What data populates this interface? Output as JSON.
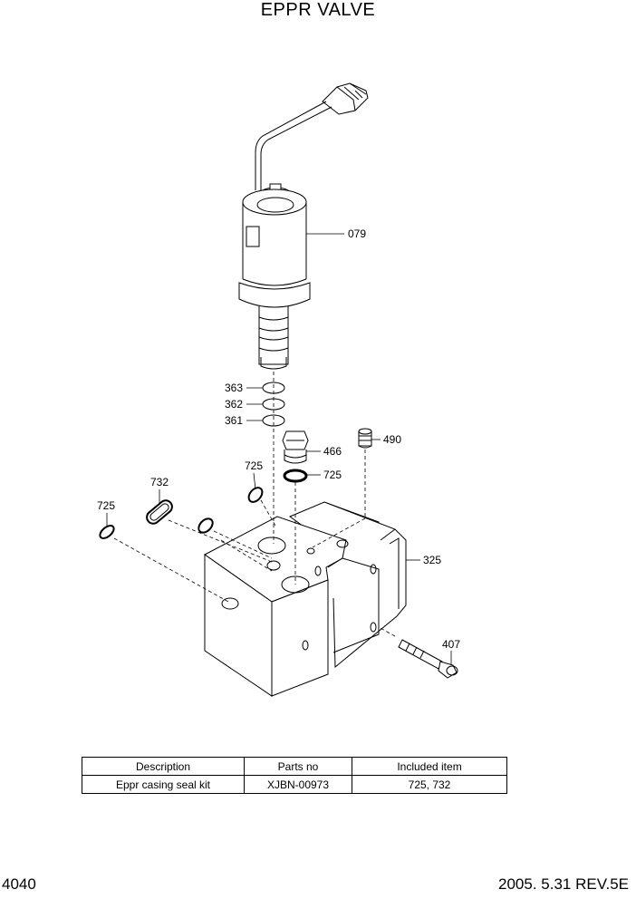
{
  "title": "EPPR VALVE",
  "callouts": {
    "c079": "079",
    "c363": "363",
    "c362": "362",
    "c361": "361",
    "c466": "466",
    "c490": "490",
    "c725a": "725",
    "c725b": "725",
    "c725c": "725",
    "c732": "732",
    "c325": "325",
    "c407": "407"
  },
  "table": {
    "headers": [
      "Description",
      "Parts no",
      "Included item"
    ],
    "rows": [
      [
        "Eppr casing seal kit",
        "XJBN-00973",
        "725, 732"
      ]
    ]
  },
  "footer": {
    "page": "4040",
    "date_rev": "2005. 5.31  REV.5E"
  }
}
